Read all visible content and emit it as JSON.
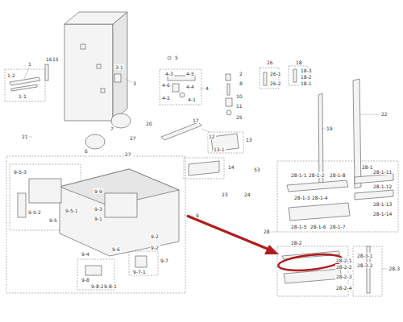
{
  "diagram": {
    "labels": [
      "1",
      "1-2",
      "1-1",
      "16",
      "15",
      "3-1",
      "3",
      "5",
      "4-3",
      "4-5",
      "4-6",
      "4-4",
      "4-2",
      "4-1",
      "4",
      "2",
      "8",
      "10",
      "11",
      "25",
      "26",
      "26-1",
      "26-2",
      "18",
      "18-3",
      "18-2",
      "18-1",
      "22",
      "19",
      "21",
      "20",
      "7",
      "27",
      "6",
      "27",
      "17",
      "12",
      "13",
      "13-1",
      "14",
      "53",
      "23",
      "24",
      "9",
      "9-5-3",
      "9-5-2",
      "9-5",
      "9-5-1",
      "9-9",
      "9-3",
      "9-1",
      "9-4",
      "9-6",
      "9-2",
      "9-2",
      "9-8",
      "9-8-2",
      "9-8-1",
      "9-7",
      "9-7-1",
      "28-1",
      "28-1-1",
      "28-1-2",
      "28-1-3",
      "28-1-4",
      "28-1-5",
      "28-1-6",
      "28-1-7",
      "28-1-8",
      "28-1-11",
      "28-1-12",
      "28-1-13",
      "28-1-14",
      "28",
      "28-2",
      "28-2-1",
      "28-2-2",
      "28-2-3",
      "28-2-4",
      "28-3-1",
      "28-3-2",
      "28-3"
    ]
  }
}
